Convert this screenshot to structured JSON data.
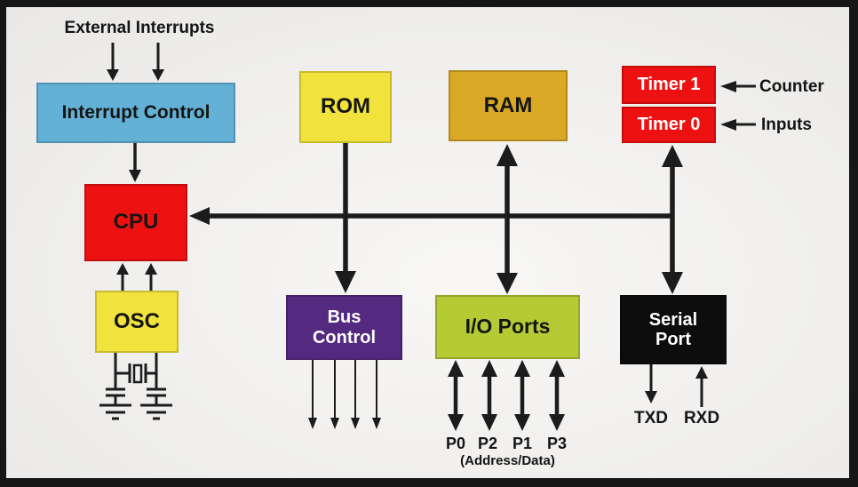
{
  "diagram": {
    "background_color": "#f0efed",
    "frame_color": "#161616",
    "arrow_color": "#1c1c1c",
    "external_interrupts_label": "External Interrupts",
    "blocks": {
      "interrupt_control": {
        "label": "Interrupt Control",
        "color": "#63b1d6"
      },
      "cpu": {
        "label": "CPU",
        "color": "#ee1111"
      },
      "osc": {
        "label": "OSC",
        "color": "#f2e33c"
      },
      "rom": {
        "label": "ROM",
        "color": "#f2e33c"
      },
      "ram": {
        "label": "RAM",
        "color": "#d9a824"
      },
      "bus_control": {
        "label_line1": "Bus",
        "label_line2": "Control",
        "color": "#542a80"
      },
      "io_ports": {
        "label": "I/O Ports",
        "color": "#b5cb35"
      },
      "timer1": {
        "label": "Timer 1",
        "color": "#ee1111"
      },
      "timer0": {
        "label": "Timer 0",
        "color": "#ee1111"
      },
      "serial_port": {
        "label_line1": "Serial",
        "label_line2": "Port",
        "color": "#0d0d0d"
      }
    },
    "annotations": {
      "counter": "Counter",
      "inputs": "Inputs",
      "txd": "TXD",
      "rxd": "RXD",
      "port_labels": [
        "P0",
        "P2",
        "P1",
        "P3"
      ],
      "address_data": "(Address/Data)"
    }
  }
}
